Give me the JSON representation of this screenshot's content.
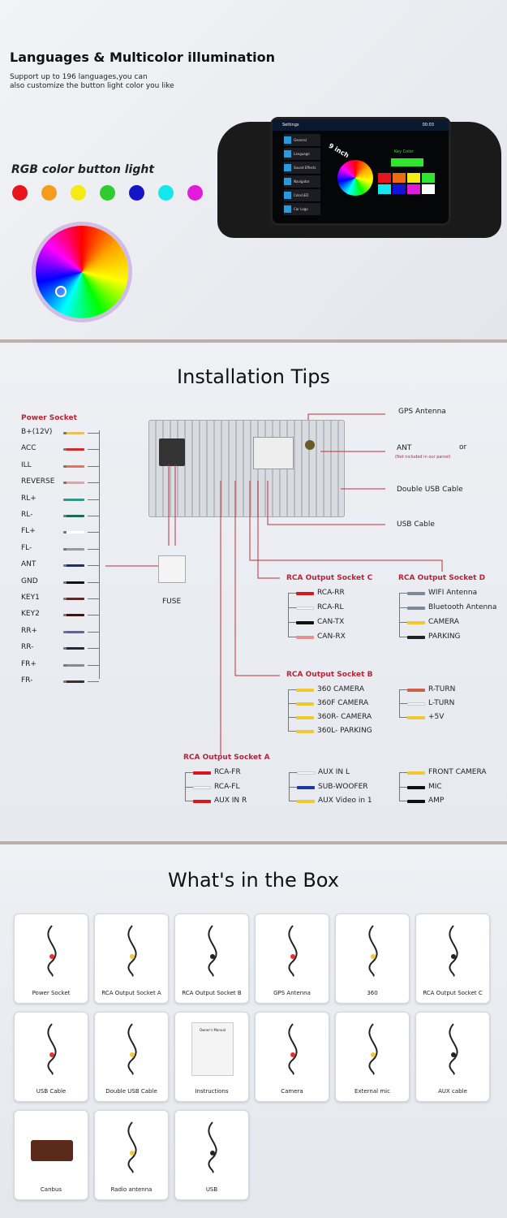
{
  "section1": {
    "title": "Languages & Multicolor illumination",
    "subtitle_line1": "Support up to 196 languages,you can",
    "subtitle_line2": "also customize the button light color you like",
    "rgb_label": "RGB color button light",
    "colors": [
      "#e8141b",
      "#f59c1a",
      "#f4ea14",
      "#2ecc2e",
      "#1414c8",
      "#14e6ee",
      "#e01cd8"
    ],
    "screen": {
      "header": "Settings",
      "time": "00:03",
      "size_label": "9 inch",
      "key_color_label": "Key Color",
      "menu": [
        "General",
        "Language",
        "Sound Effects",
        "Navigator",
        "ColorLED",
        "Car Logo"
      ],
      "key_colors": [
        "#e8141b",
        "#f06a14",
        "#f4ea14",
        "#2ee62e",
        "#14e6ee",
        "#1414d8",
        "#e01cd8",
        "#ffffff"
      ]
    }
  },
  "section2": {
    "title": "Installation Tips",
    "power_socket_title": "Power Socket",
    "power_wires": [
      {
        "label": "B+(12V)",
        "color": "#e8c15a"
      },
      {
        "label": "ACC",
        "color": "#d02a2a"
      },
      {
        "label": "ILL",
        "color": "#e9734a"
      },
      {
        "label": "REVERSE",
        "color": "#e8a0a0"
      },
      {
        "label": "RL+",
        "color": "#2e9b85"
      },
      {
        "label": "RL-",
        "color": "#1e6a50"
      },
      {
        "label": "FL+",
        "color": "#ffffff"
      },
      {
        "label": "FL-",
        "color": "#9a9a9a"
      },
      {
        "label": "ANT",
        "color": "#1a2d80"
      },
      {
        "label": "GND",
        "color": "#111111"
      },
      {
        "label": "KEY1",
        "color": "#5a2a2a"
      },
      {
        "label": "KEY2",
        "color": "#3a1515"
      },
      {
        "label": "RR+",
        "color": "#6c5aa8"
      },
      {
        "label": "RR-",
        "color": "#2a2540"
      },
      {
        "label": "FR+",
        "color": "#8a8a8a"
      },
      {
        "label": "FR-",
        "color": "#3a3030"
      }
    ],
    "fuse_label": "FUSE",
    "right_items": [
      {
        "label": "GPS Antenna"
      },
      {
        "label": "ANT",
        "note": "(Not included in our parcel)",
        "or": "or"
      },
      {
        "label": "Double USB Cable"
      },
      {
        "label": "USB Cable"
      }
    ],
    "socket_c": {
      "title": "RCA Output Socket C",
      "items": [
        {
          "label": "RCA-RR",
          "color": "#d81818"
        },
        {
          "label": "RCA-RL",
          "color": "#f4f4f4"
        },
        {
          "label": "CAN-TX",
          "color": "#111111"
        },
        {
          "label": "CAN-RX",
          "color": "#e89090"
        }
      ]
    },
    "socket_d": {
      "title": "RCA Output Socket D",
      "items": [
        {
          "label": "WIFI Antenna",
          "color": "#7a8a9a"
        },
        {
          "label": "Bluetooth Antenna",
          "color": "#7a8a9a"
        },
        {
          "label": "CAMERA",
          "color": "#f0c830"
        },
        {
          "label": "PARKING",
          "color": "#222222"
        }
      ]
    },
    "socket_b": {
      "title": "RCA Output Socket B",
      "items": [
        {
          "label": "360 CAMERA",
          "color": "#f0c830"
        },
        {
          "label": "360F CAMERA",
          "color": "#f0c830"
        },
        {
          "label": "360R- CAMERA",
          "color": "#f0c830"
        },
        {
          "label": "360L- PARKING",
          "color": "#f0c830"
        }
      ],
      "items2": [
        {
          "label": "R-TURN",
          "color": "#d0604a"
        },
        {
          "label": "L-TURN",
          "color": "#f4f4f4"
        },
        {
          "label": "+5V",
          "color": "#f0c830"
        }
      ]
    },
    "socket_a": {
      "title": "RCA Output Socket A",
      "col1": [
        {
          "label": "RCA-FR",
          "color": "#d81818"
        },
        {
          "label": "RCA-FL",
          "color": "#f4f4f4"
        },
        {
          "label": "AUX IN R",
          "color": "#d81818"
        }
      ],
      "col2": [
        {
          "label": "AUX IN L",
          "color": "#f4f4f4"
        },
        {
          "label": "SUB-WOOFER",
          "color": "#1a3aa0"
        },
        {
          "label": "AUX Video in 1",
          "color": "#f0c830"
        }
      ],
      "col3": [
        {
          "label": "FRONT CAMERA",
          "color": "#f0c830"
        },
        {
          "label": "MIC",
          "color": "#111111"
        },
        {
          "label": "AMP",
          "color": "#111111"
        }
      ]
    }
  },
  "section3": {
    "title": "What's in the Box",
    "items": [
      "Power Socket",
      "RCA Output Socket A",
      "RCA Output Socket B",
      "GPS Antenna",
      "360",
      "RCA Output Socket C",
      "USB Cable",
      "Double USB Cable",
      "Instructions",
      "Camera",
      "External mic",
      "AUX cable",
      "Canbus",
      "Radio antenna",
      "USB"
    ],
    "manual_text": "Owner's Manual"
  }
}
